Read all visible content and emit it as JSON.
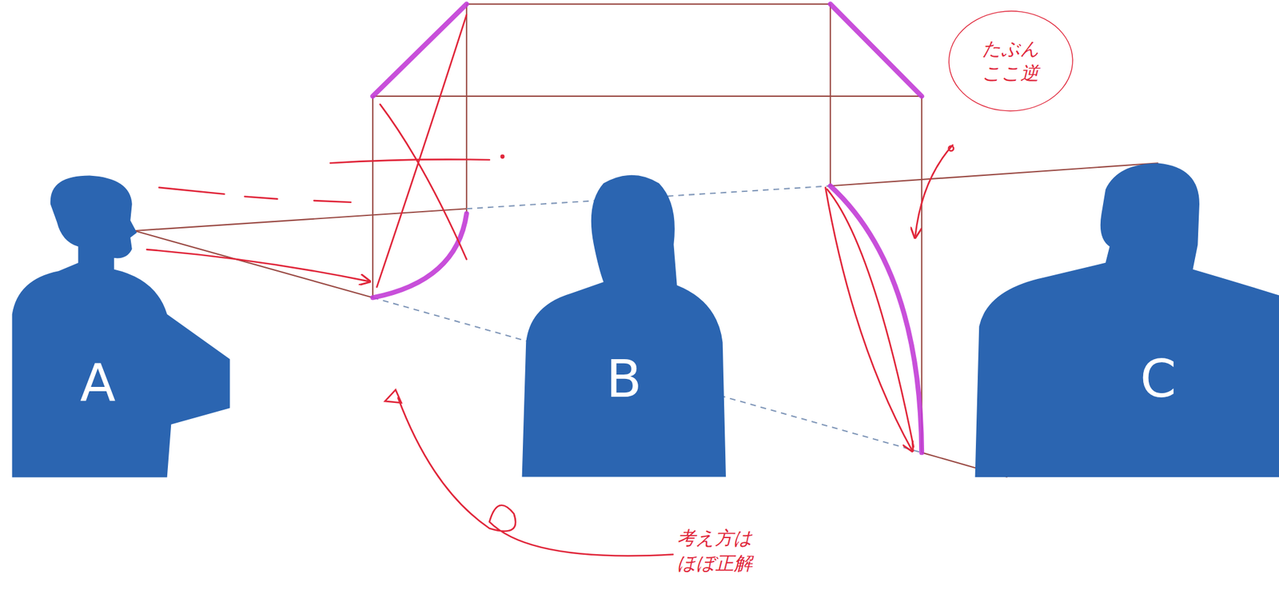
{
  "diagram": {
    "nodes": [
      {
        "text": [
          "A"
        ]
      },
      {
        "text": [
          "B"
        ]
      },
      {
        "text": [
          "C"
        ]
      },
      {
        "text": [
          "たぶん ここ逆"
        ]
      }
    ],
    "labels": [
      "考え方は ほぼ正解"
    ]
  }
}
